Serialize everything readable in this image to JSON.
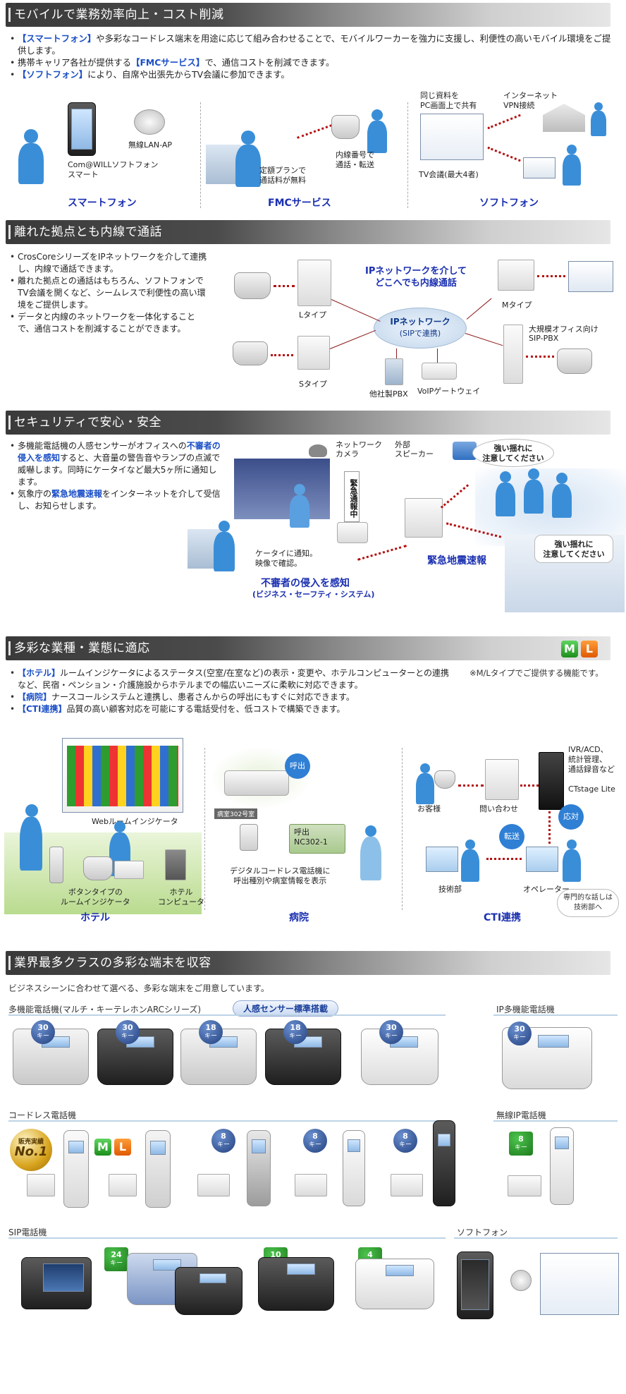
{
  "sections": {
    "mobile": {
      "title": "モバイルで業務効率向上・コスト削減",
      "bullets": [
        {
          "kw": "【スマートフォン】",
          "text": "や多彩なコードレス端末を用途に応じて組み合わせることで、モバイルワーカーを強力に支援し、利便性の高いモバイル環境をご提供します。"
        },
        {
          "pre": "携帯キャリア各社が提供する",
          "kw": "【FMCサービス】",
          "text": "で、通信コストを削減できます。"
        },
        {
          "kw": "【ソフトフォン】",
          "text": "により、自席や出張先からTV会議に参加できます。"
        }
      ],
      "fig": {
        "wlan": "無線LAN-AP",
        "smartphone_label": "Com@WILLソフトフォン\nスマート",
        "cap_smartphone": "スマートフォン",
        "fixed_plan": "定額プランで\n通話料が無料",
        "ext_number": "内線番号で\n通話・転送",
        "cap_fmc": "FMCサービス",
        "share": "同じ資料を\nPC画面上で共有",
        "vpn": "インターネット\nVPN接続",
        "tv": "TV会議(最大4者)",
        "cap_softphone": "ソフトフォン"
      }
    },
    "remote": {
      "title": "離れた拠点とも内線で通話",
      "bullets": [
        "CrosCoreシリーズをIPネットワークを介して連携し、内線で通話できます。",
        "離れた拠点との通話はもちろん、ソフトフォンでTV会議を開くなど、シームレスで利便性の高い環境をご提供します。",
        "データと内線のネットワークを一体化することで、通信コストを削減することができます。"
      ],
      "fig": {
        "headline": "IPネットワークを介して\nどこへでも内線通話",
        "cloud": "IPネットワーク",
        "cloud_sub": "(SIPで連携)",
        "l_type": "Lタイプ",
        "m_type": "Mタイプ",
        "s_type": "Sタイプ",
        "large": "大規模オフィス向け\nSIP-PBX",
        "other_pbx": "他社製PBX",
        "voip": "VoIPゲートウェイ"
      }
    },
    "security": {
      "title": "セキュリティで安心・安全",
      "bullets": [
        {
          "pre": "多機能電話機の人感センサーがオフィスへの",
          "kw": "不審者の侵入を感知",
          "text": "すると、大音量の警告音やランプの点滅で威嚇します。同時にケータイなど最大5ヶ所に通知します。"
        },
        {
          "pre": "気象庁の",
          "kw": "緊急地震速報",
          "text": "をインターネットを介して受信し、お知らせします。"
        }
      ],
      "fig": {
        "camera": "ネットワーク\nカメラ",
        "speaker": "外部\nスピーカー",
        "alert": "緊急通報中",
        "warn": "強い揺れに\n注意してください",
        "notify": "ケータイに通知。\n映像で確認。",
        "cap_intrusion": "不審者の侵入を感知",
        "cap_intrusion_sub": "(ビジネス・セーフティ・システム)",
        "cap_quake": "緊急地震速報"
      }
    },
    "industry": {
      "title": "多彩な業種・業態に適応",
      "note": "※M/Lタイプでご提供する機能です。",
      "ml": [
        "M",
        "L"
      ],
      "bullets": [
        {
          "kw": "【ホテル】",
          "text": "ルームインジケータによるステータス(空室/在室など)の表示・変更や、ホテルコンピューターとの連携など、民宿・ペンション・介護施設からホテルまでの幅広いニーズに柔軟に対応できます。"
        },
        {
          "kw": "【病院】",
          "text": "ナースコールシステムと連携し、患者さんからの呼出にもすぐに対応できます。"
        },
        {
          "kw": "【CTI連携】",
          "text": "品質の高い顧客対応を可能にする電話受付を、低コストで構築できます。"
        }
      ],
      "fig": {
        "web_indicator": "Webルームインジケータ",
        "button_indicator": "ボタンタイプの\nルームインジケータ",
        "hotel_pc": "ホテル\nコンピュータ",
        "cap_hotel": "ホテル",
        "call": "呼出",
        "room": "病室302号室",
        "nc": "NC302-1",
        "cordless_info": "デジタルコードレス電話機に\n呼出種別や病室情報を表示",
        "cap_hospital": "病院",
        "customer": "お客様",
        "inquiry": "問い合わせ",
        "ivr": "IVR/ACD、\n統計管理、\n通話録音など",
        "ctstage": "CTstage Lite",
        "respond": "応対",
        "transfer": "転送",
        "tech": "技術部",
        "operator": "オペレーター",
        "expert": "専門的な話しは\n技術部へ",
        "cap_cti": "CTI連携"
      }
    },
    "terminals": {
      "title": "業界最多クラスの多彩な端末を収容",
      "intro": "ビジネスシーンに合わせて選べる、多彩な端末をご用意しています。",
      "multi": {
        "label": "多機能電話機(マルチ・キーテレホンARCシリーズ)",
        "sensor": "人感センサー標準搭載",
        "keys": [
          "30",
          "30",
          "18",
          "18",
          "30"
        ]
      },
      "ip_multi": {
        "label": "IP多機能電話機",
        "keys": [
          "30"
        ]
      },
      "cordless": {
        "label": "コードレス電話機",
        "award_top": "販売実績",
        "award_no": "No.1",
        "ml": [
          "M",
          "L"
        ],
        "keys": [
          "8",
          "8",
          "8"
        ]
      },
      "wireless_ip": {
        "label": "無線IP電話機",
        "keys": [
          "8"
        ]
      },
      "sip": {
        "label": "SIP電話機",
        "keys": [
          "24",
          "10",
          "4"
        ]
      },
      "softphone": {
        "label": "ソフトフォン"
      },
      "key_unit": "キー"
    }
  }
}
